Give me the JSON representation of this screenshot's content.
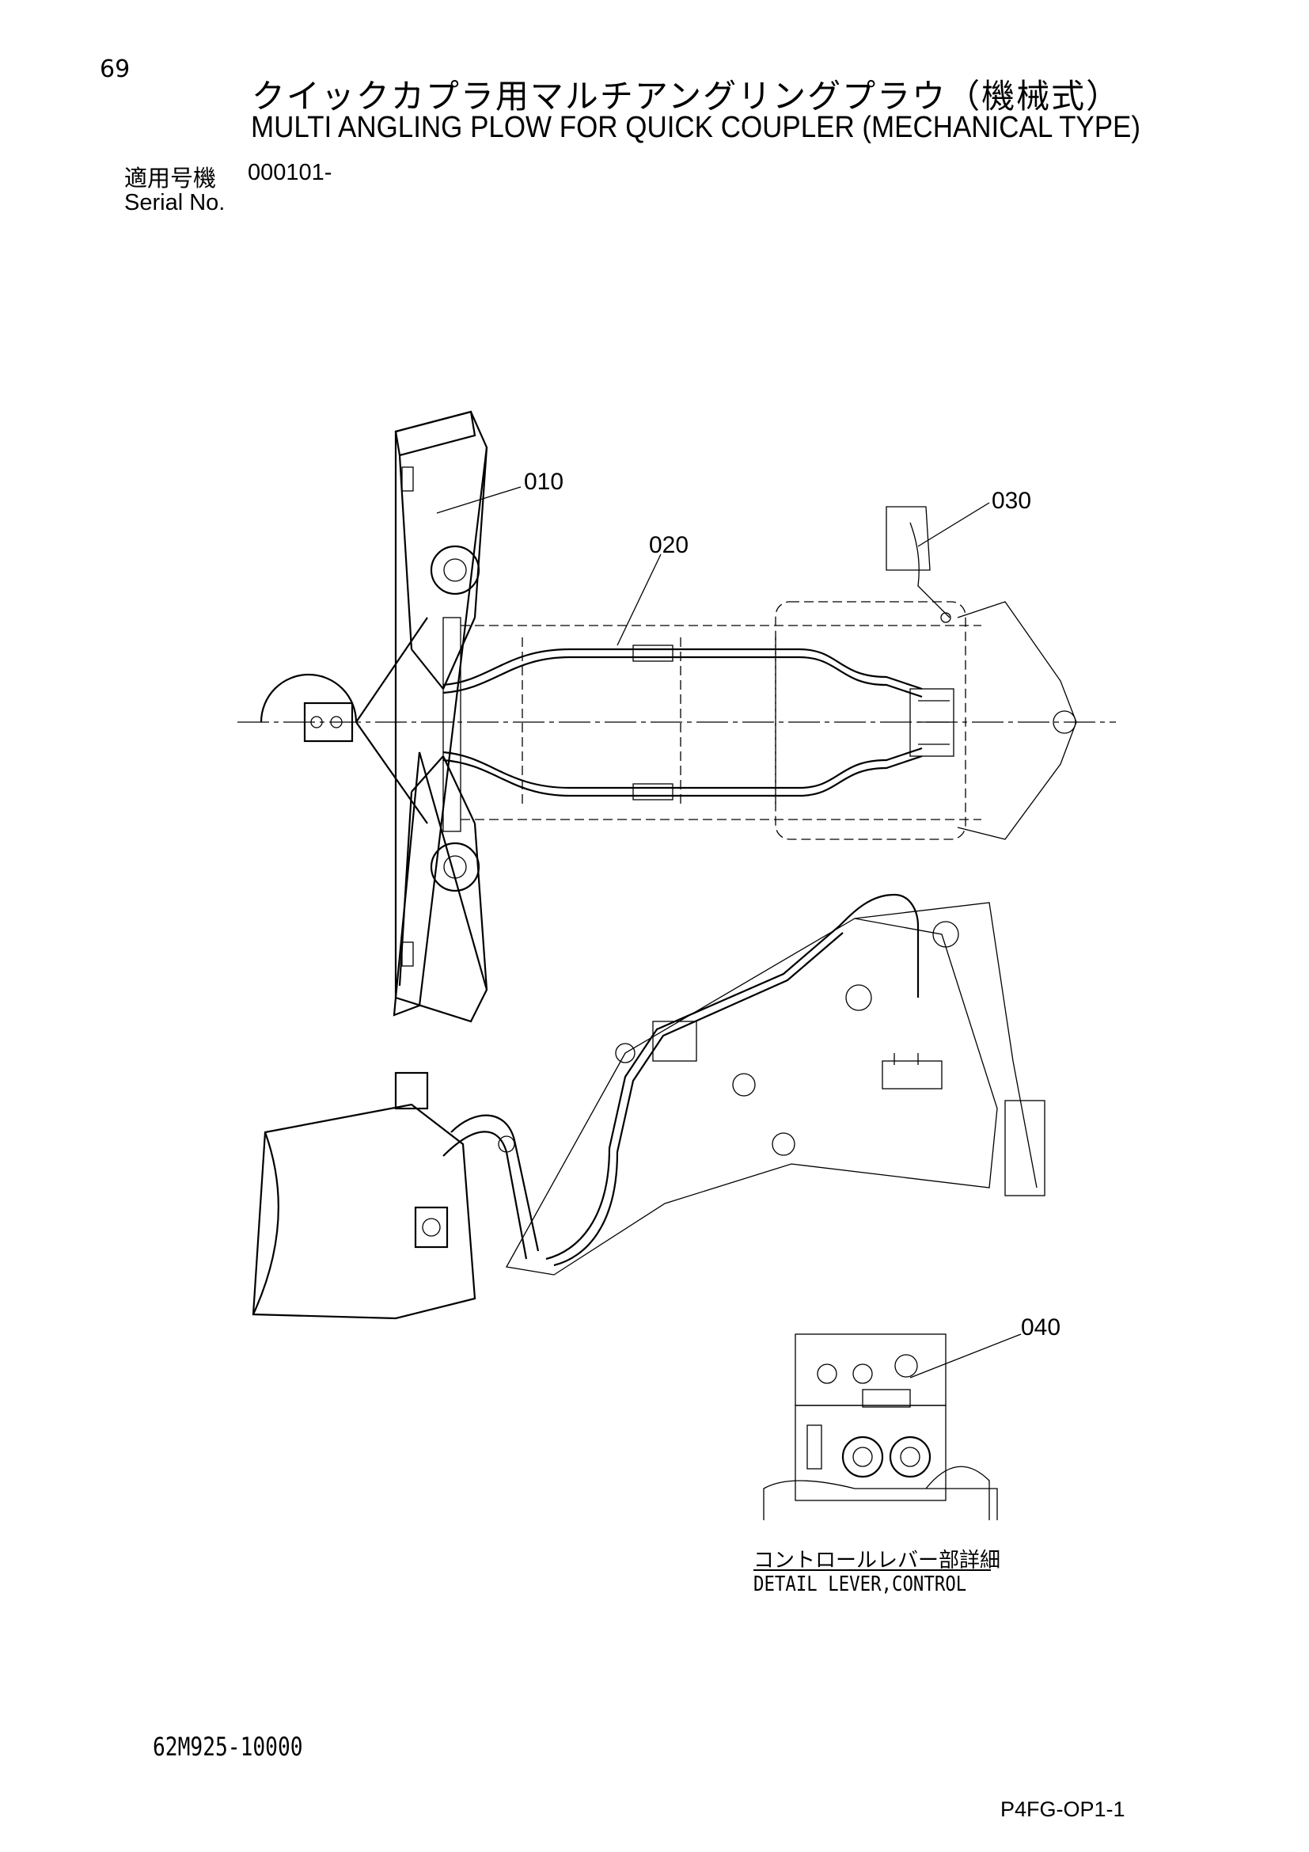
{
  "header": {
    "page_number": "69",
    "title_jp": "クイックカプラ用マルチアングリングプラウ（機械式）",
    "title_en": "MULTI ANGLING PLOW FOR QUICK COUPLER (MECHANICAL TYPE)",
    "serial_label_jp": "適用号機",
    "serial_value": "000101-",
    "serial_label_en": "Serial No."
  },
  "callouts": {
    "c010": "010",
    "c020": "020",
    "c030": "030",
    "c040": "040"
  },
  "detail": {
    "label_jp": "コントロールレバー部詳細",
    "label_en": "DETAIL LEVER,CONTROL"
  },
  "footer": {
    "document_number": "62M925-10000",
    "page_code": "P4FG-OP1-1"
  }
}
